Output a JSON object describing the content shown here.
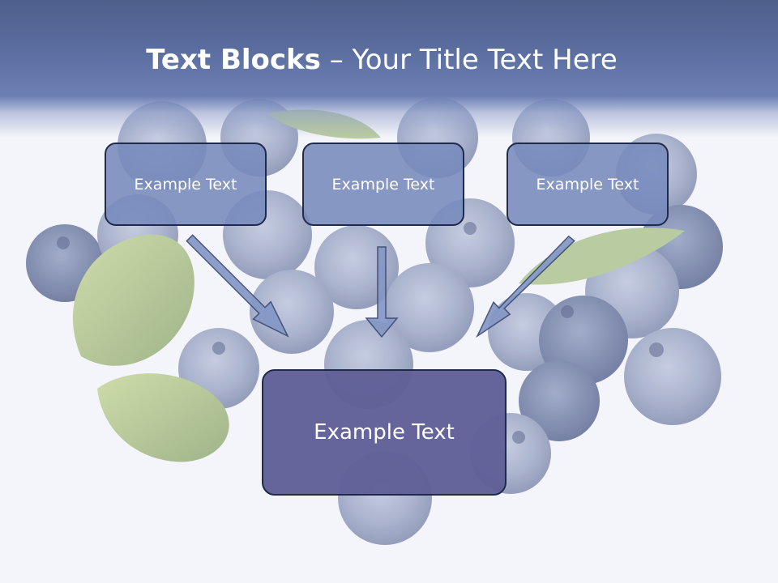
{
  "slide": {
    "title_bold": "Text Blocks",
    "title_rest": " – Your Title Text Here",
    "blocks": [
      "Example Text",
      "Example Text",
      "Example Text"
    ],
    "main_block": "Example Text"
  },
  "colors": {
    "header": "#5b6d9f",
    "block_fill": "#768abc",
    "main_fill": "#606098",
    "arrow_fill": "#8497c5",
    "border": "#1f2b4a"
  }
}
